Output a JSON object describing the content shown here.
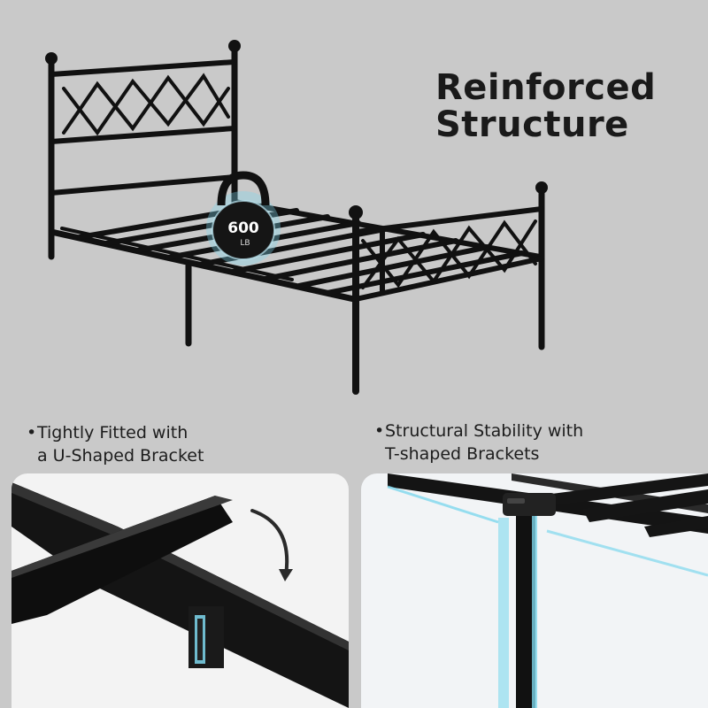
{
  "headline": {
    "line1": "Reinforced",
    "line2": "Structure"
  },
  "weight": {
    "value": "600",
    "unit": "LB"
  },
  "features": [
    {
      "bullet": "•",
      "line1": "Tightly Fitted with",
      "line2": "a U-Shaped Bracket"
    },
    {
      "bullet": "•",
      "line1": "Structural Stability with",
      "line2": "T-shaped Brackets"
    }
  ],
  "colors": {
    "background": "#c9c9c9",
    "frame": "#111111",
    "accent_glow": "#7fd8ee"
  },
  "icons": {
    "weight": "kettlebell-icon",
    "rotate": "curved-arrow-icon"
  }
}
